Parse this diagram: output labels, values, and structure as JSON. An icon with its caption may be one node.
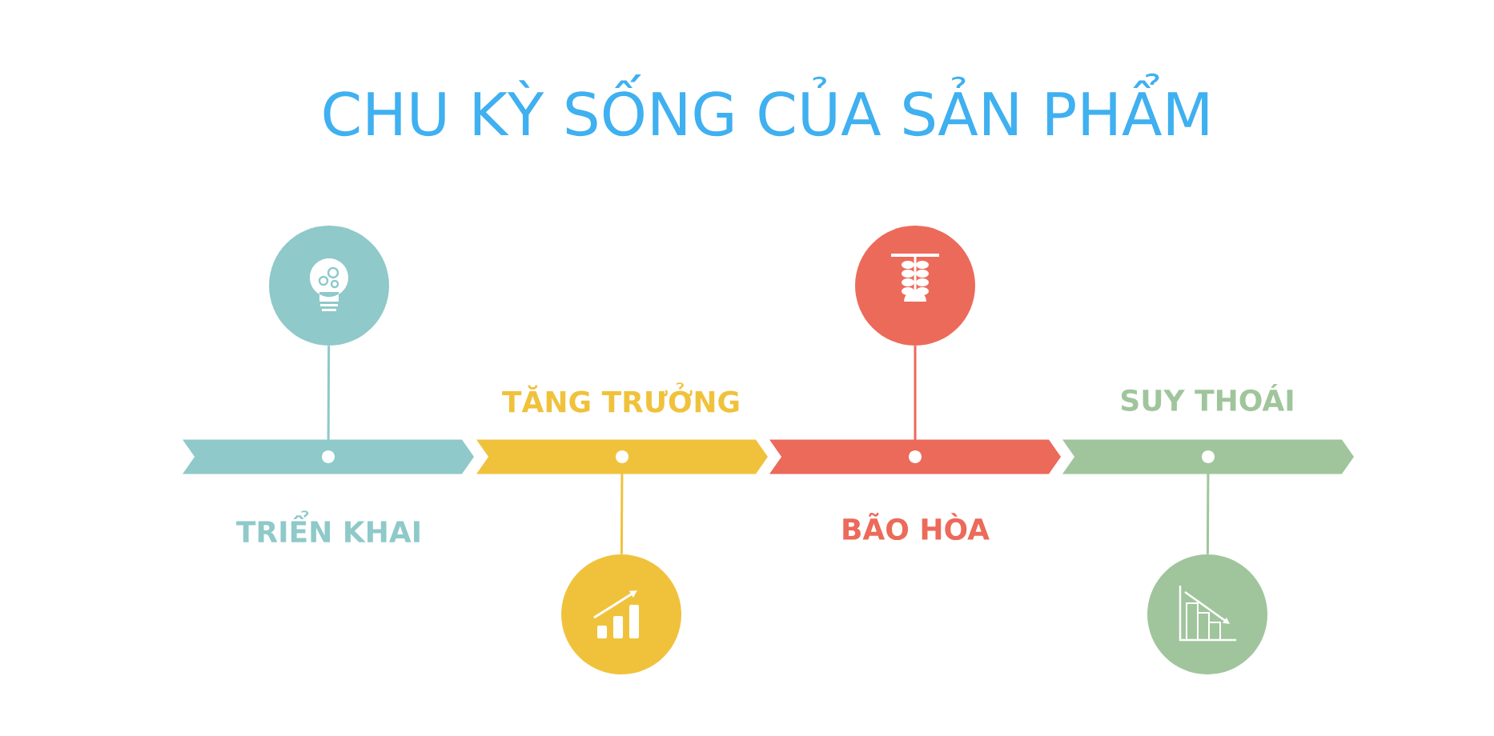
{
  "diagram": {
    "title": "CHU KỲ SỐNG CỦA SẢN PHẨM",
    "nodes": [
      {
        "text": [
          "TRIỂN KHAI"
        ]
      },
      {
        "text": [
          "TĂNG TRƯỞNG"
        ]
      },
      {
        "text": [
          "BÃO HÒA"
        ]
      },
      {
        "text": [
          "SUY THOÁI"
        ]
      },
      {
        "text": [],
        "shape": "circle"
      },
      {
        "text": [],
        "shape": "circle"
      },
      {
        "text": [],
        "shape": "circle"
      },
      {
        "text": [],
        "shape": "circle"
      }
    ],
    "edges": [
      {
        "from": 4,
        "to": 0,
        "arrow": "none",
        "color": "#8fc9c9"
      },
      {
        "from": 5,
        "to": 1,
        "arrow": "none",
        "color": "#f0c23c"
      },
      {
        "from": 6,
        "to": 2,
        "arrow": "none",
        "color": "#ec6a5a"
      },
      {
        "from": 7,
        "to": 3,
        "arrow": "none",
        "color": "#a0c59c"
      }
    ]
  }
}
